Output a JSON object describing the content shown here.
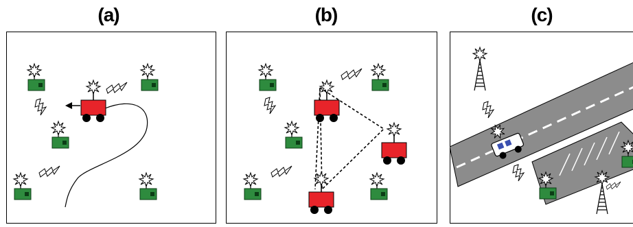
{
  "panels": [
    {
      "label": "(a)"
    },
    {
      "label": "(b)"
    },
    {
      "label": "(c)"
    }
  ],
  "colors": {
    "sensor": "#2e8b3e",
    "sensor_dark": "#0c3d16",
    "robot": "#e8242a",
    "wheel": "#000000",
    "road": "#8c8c8c",
    "lane_marking": "#ffffff",
    "frame": "#000000"
  },
  "icons": [
    "sensor-node-icon",
    "antenna-burst-icon",
    "robot-icon",
    "wireless-bolt-icon",
    "radio-tower-icon",
    "vehicle-icon"
  ]
}
